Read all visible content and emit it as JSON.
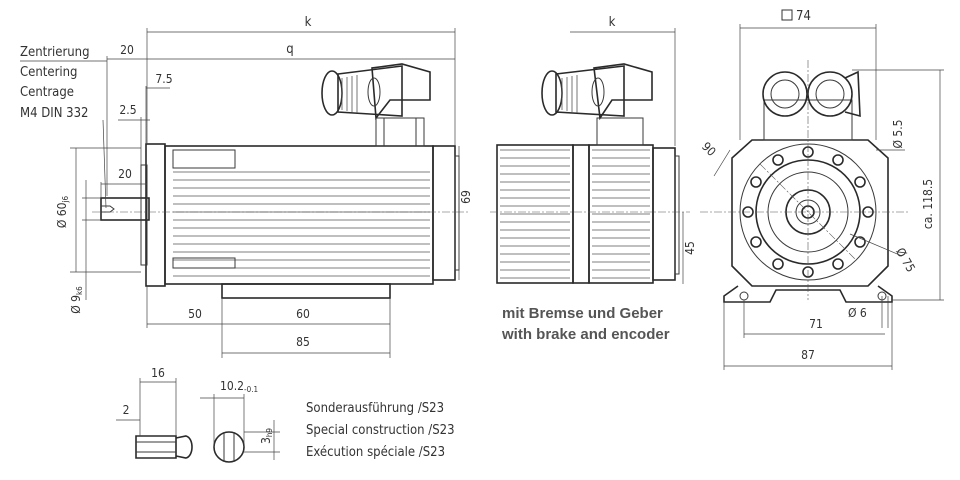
{
  "side_view": {
    "k": "k",
    "q": "q",
    "d20_top": "20",
    "d7_5": "7.5",
    "d2_5": "2.5",
    "d20_shaft": "20",
    "d60": "Ø 60",
    "d60_tol": "j6",
    "d9": "Ø 9",
    "d9_tol": "k6",
    "d69": "69",
    "d50": "50",
    "d60_base": "60",
    "d85": "85"
  },
  "centering": [
    "Zentrierung",
    "Centering",
    "Centrage",
    "M4  DIN  332"
  ],
  "brake_view": {
    "k": "k",
    "d45": "45",
    "caption_de": "mit Bremse und Geber",
    "caption_en": "with  brake and encoder"
  },
  "front_view": {
    "square": "74",
    "d90": "90",
    "d5_5": "Ø 5.5",
    "d118_5": "ca. 118.5",
    "d75": "Ø 75",
    "d6": "Ø 6",
    "d71": "71",
    "d87": "87"
  },
  "key_detail": {
    "d16": "16",
    "d2": "2",
    "d10_2": "10.2",
    "d10_2_tol": "-0.1",
    "d3": "3",
    "d3_tol": "h9"
  },
  "special": [
    "Sonderausführung /S23",
    "Special construction /S23",
    "Exécution spéciale /S23"
  ]
}
